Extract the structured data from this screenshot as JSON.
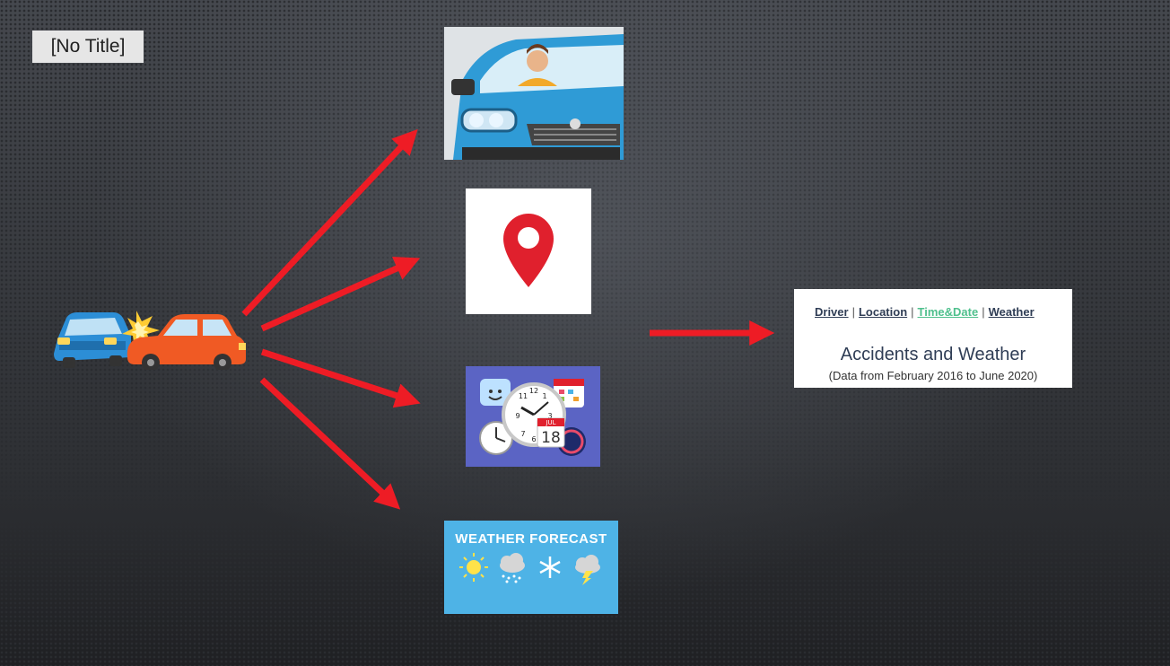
{
  "slide": {
    "title": "[No Title]"
  },
  "weather_tile": {
    "title": "WEATHER  FORECAST"
  },
  "calendar_tile": {
    "month": "JUL",
    "day": "18"
  },
  "info_card": {
    "nav": {
      "driver": "Driver",
      "location": "Location",
      "timedate": "Time&Date",
      "weather": "Weather",
      "separator": "|"
    },
    "title": "Accidents and Weather",
    "subtitle": "(Data from February 2016 to June 2020)"
  },
  "colors": {
    "arrow": "#ee1c25",
    "link_dark": "#2f3d55",
    "link_green": "#4fc08d",
    "weather_bg": "#4eb3e6",
    "calendar_bg": "#5b64c4",
    "pin": "#e0202d"
  },
  "icons": [
    "car-crash-icon",
    "driver-car-icon",
    "map-pin-icon",
    "clock-calendar-icon",
    "weather-forecast-icon"
  ]
}
